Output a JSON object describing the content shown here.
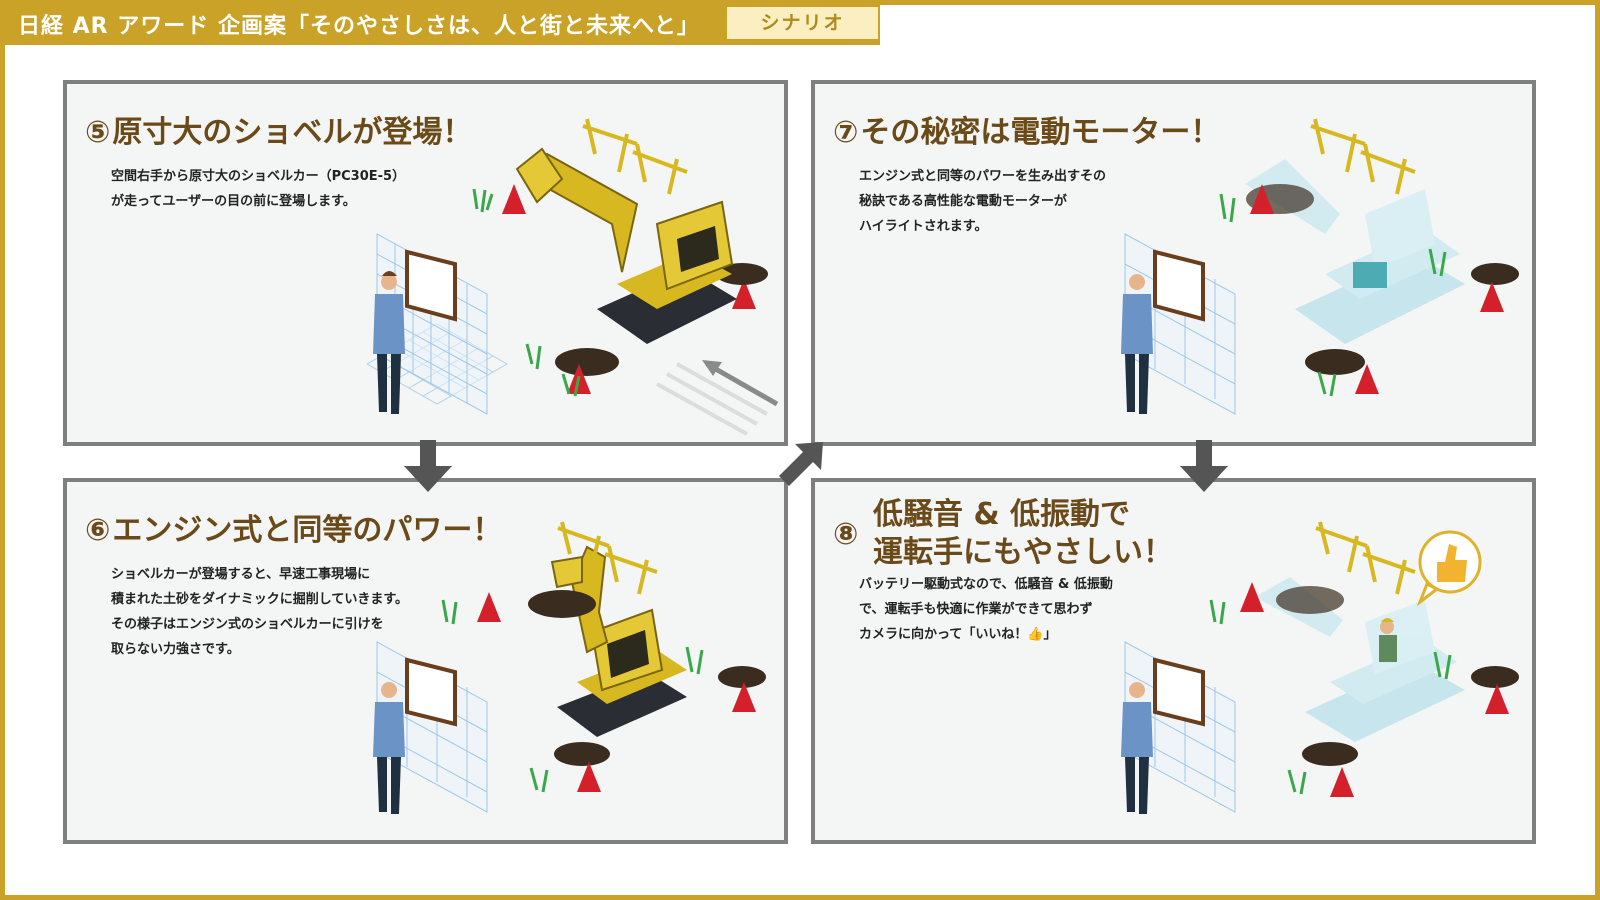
{
  "header": {
    "title": "日経 AR アワード 企画案「そのやさしさは、人と街と未来へと」",
    "tab": "シナリオ"
  },
  "panels": [
    {
      "num": "⑤",
      "title": "原寸大のショベルが登場！",
      "body": [
        "空間右手から原寸大のショベルカー（PC30E-5）",
        "が走ってユーザーの目の前に登場します。"
      ]
    },
    {
      "num": "⑦",
      "title": "その秘密は電動モーター！",
      "body": [
        "エンジン式と同等のパワーを生み出すその",
        "秘訣である高性能な電動モーターが",
        "ハイライトされます。"
      ]
    },
    {
      "num": "⑥",
      "title": "エンジン式と同等のパワー！",
      "body": [
        "ショベルカーが登場すると、早速工事現場に",
        "積まれた土砂をダイナミックに掘削していきます。",
        "その様子はエンジン式のショベルカーに引けを",
        "取らない力強さです。"
      ]
    },
    {
      "num": "⑧",
      "title_line1": "低騒音 & 低振動で",
      "title_line2": "運転手にもやさしい！",
      "body": [
        "バッテリー駆動式なので、低騒音 & 低振動",
        "で、運転手も快適に作業ができて思わず",
        "カメラに向かって「いいね！👍」"
      ]
    }
  ],
  "icons": {
    "like": "thumbs-up-icon"
  },
  "colors": {
    "gold": "#c9a227",
    "title_brown": "#6b4a1a",
    "excavator_yellow": "#d8b820",
    "ghost_blue": "#bfe3ec",
    "motor_teal": "#2f9fa8",
    "cone_red": "#d4202a"
  }
}
